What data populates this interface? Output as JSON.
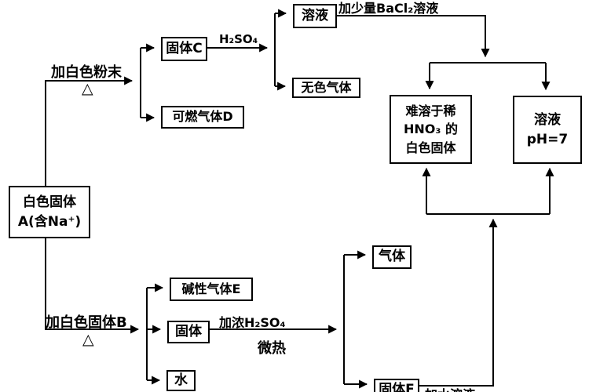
{
  "diagram": {
    "background_color": "#ffffff",
    "line_color": "#000000",
    "nodes": {
      "box_a": {
        "line1": "白色固体",
        "line2": "A(含Na⁺)"
      },
      "solid_c": "固体C",
      "flammable_gas_d": "可燃气体D",
      "solution_1": "溶液",
      "colorless_gas": "无色气体",
      "white_solid_insoluble": {
        "line1": "难溶于稀",
        "line2": "HNO₃ 的",
        "line3": "白色固体"
      },
      "solution_ph7": {
        "line1": "溶液",
        "line2": "pH=7"
      },
      "alkaline_gas_e": "碱性气体E",
      "solid_2": "固体",
      "water": "水",
      "gas": "气体",
      "solid_f": "固体F"
    },
    "edge_labels": {
      "add_white_powder": "加白色粉末",
      "delta_1": "△",
      "h2so4": "H₂SO₄",
      "add_bacl2": "加少量BaCl₂溶液",
      "add_white_solid_b": "加白色固体B",
      "delta_2": "△",
      "conc_h2so4": "加浓H₂SO₄",
      "slight_heat": "微热",
      "add_solution": "加水溶液"
    }
  }
}
